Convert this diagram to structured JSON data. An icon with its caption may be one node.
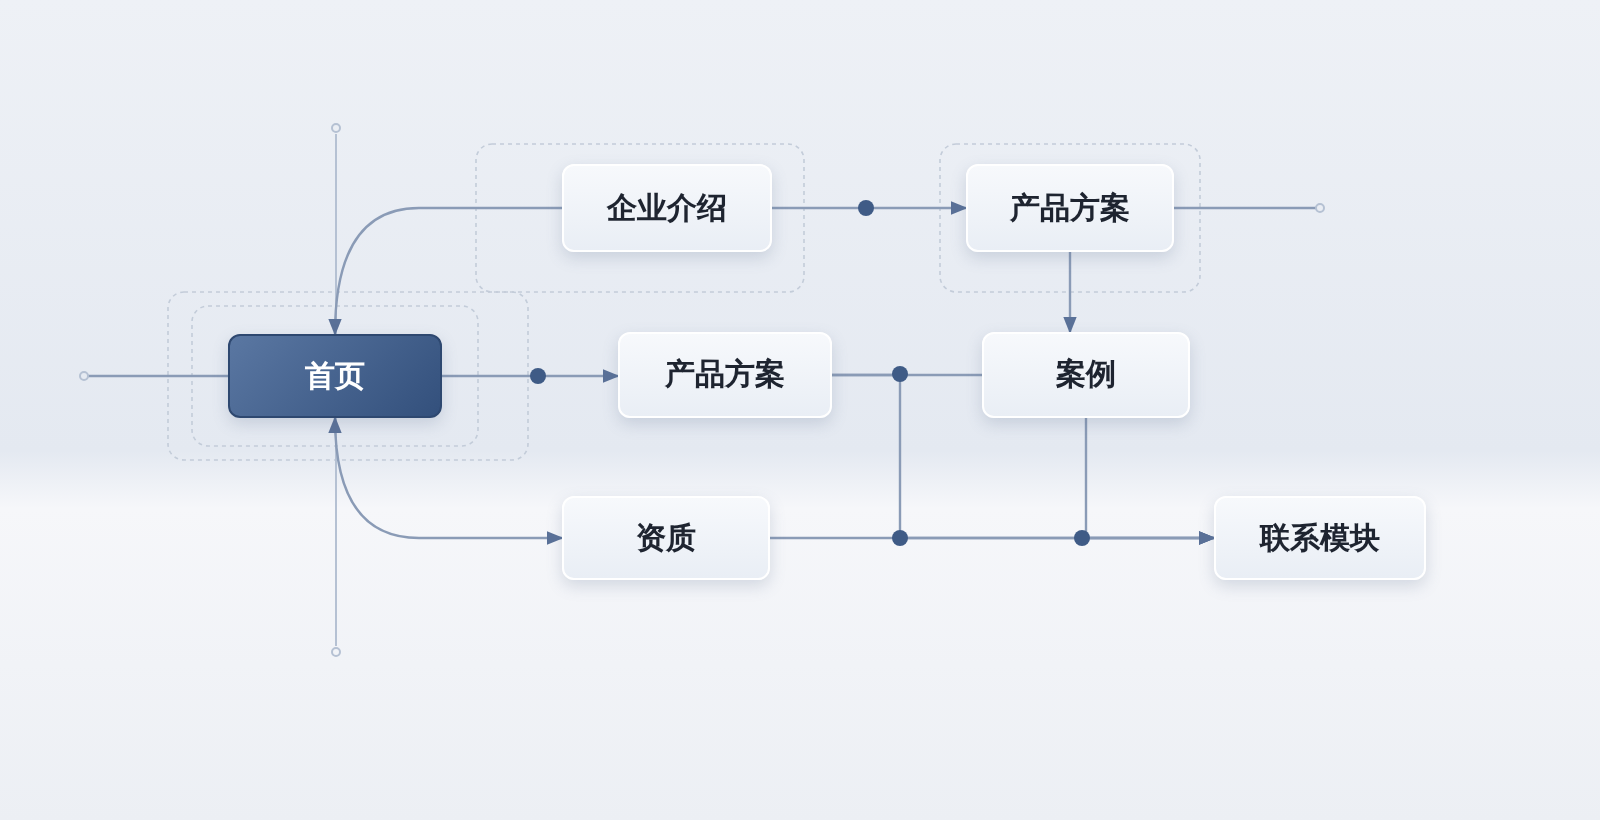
{
  "diagram": {
    "nodes": [
      {
        "text": [
          "首页"
        ]
      },
      {
        "text": [
          "企业介绍"
        ]
      },
      {
        "text": [
          "产品方案"
        ]
      },
      {
        "text": [
          "产品方案"
        ]
      },
      {
        "text": [
          "案例"
        ]
      },
      {
        "text": [
          "资质"
        ]
      },
      {
        "text": [
          "联系模块"
        ]
      }
    ],
    "edges": [
      {
        "from": 1,
        "to": 0,
        "arrow": "to"
      },
      {
        "from": 0,
        "to": 5,
        "arrow": "both"
      },
      {
        "from": 0,
        "to": 3,
        "arrow": "to"
      },
      {
        "from": 1,
        "to": 2,
        "arrow": "to"
      },
      {
        "from": 2,
        "to": 4,
        "arrow": "to"
      },
      {
        "from": 3,
        "to": 4,
        "arrow": "none"
      },
      {
        "from": 3,
        "to": 6,
        "arrow": "to"
      },
      {
        "from": 5,
        "to": 6,
        "arrow": "to"
      },
      {
        "from": 4,
        "to": 6,
        "arrow": "to"
      },
      {
        "from": null,
        "to": 0,
        "arrow": "none"
      },
      {
        "from": 2,
        "to": null,
        "arrow": "none"
      }
    ]
  }
}
